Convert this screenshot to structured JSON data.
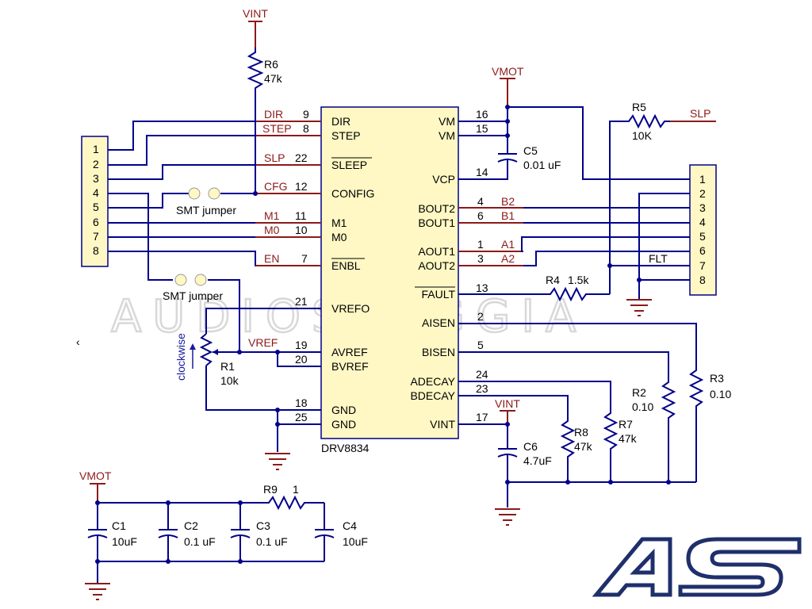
{
  "watermark": "AUDIOSKEGGIA",
  "logo_text": "AS",
  "left_connector": {
    "pins": [
      "1",
      "2",
      "3",
      "4",
      "5",
      "6",
      "7",
      "8"
    ]
  },
  "right_connector": {
    "pins": [
      "1",
      "2",
      "3",
      "4",
      "5",
      "6",
      "7",
      "8"
    ]
  },
  "ic": {
    "part": "DRV8834",
    "left_pins": [
      {
        "num": "9",
        "name": "DIR",
        "net": "DIR"
      },
      {
        "num": "8",
        "name": "STEP",
        "net": "STEP"
      },
      {
        "num": "22",
        "name": "SLEEP",
        "net": "SLP"
      },
      {
        "num": "12",
        "name": "CONFIG",
        "net": "CFG"
      },
      {
        "num": "11",
        "name": "M1",
        "net": "M1"
      },
      {
        "num": "10",
        "name": "M0",
        "net": "M0"
      },
      {
        "num": "7",
        "name": "ENBL",
        "net": "EN"
      },
      {
        "num": "21",
        "name": "VREFO",
        "net": ""
      },
      {
        "num": "19",
        "name": "AVREF",
        "net": "VREF"
      },
      {
        "num": "20",
        "name": "BVREF",
        "net": ""
      },
      {
        "num": "18",
        "name": "GND",
        "net": ""
      },
      {
        "num": "25",
        "name": "GND",
        "net": ""
      }
    ],
    "right_pins": [
      {
        "num": "16",
        "name": "VM",
        "net": ""
      },
      {
        "num": "15",
        "name": "VM",
        "net": ""
      },
      {
        "num": "14",
        "name": "VCP",
        "net": ""
      },
      {
        "num": "4",
        "name": "BOUT2",
        "net": "B2"
      },
      {
        "num": "6",
        "name": "BOUT1",
        "net": "B1"
      },
      {
        "num": "1",
        "name": "AOUT1",
        "net": "A1"
      },
      {
        "num": "3",
        "name": "AOUT2",
        "net": "A2"
      },
      {
        "num": "13",
        "name": "FAULT",
        "net": ""
      },
      {
        "num": "2",
        "name": "AISEN",
        "net": ""
      },
      {
        "num": "5",
        "name": "BISEN",
        "net": ""
      },
      {
        "num": "24",
        "name": "ADECAY",
        "net": ""
      },
      {
        "num": "23",
        "name": "BDECAY",
        "net": ""
      },
      {
        "num": "17",
        "name": "VINT",
        "net": ""
      }
    ]
  },
  "power": {
    "vint_top": "VINT",
    "vmot_top": "VMOT",
    "vint_mid": "VINT",
    "vmot_bottom": "VMOT"
  },
  "components": {
    "r6": {
      "ref": "R6",
      "value": "47k"
    },
    "r5": {
      "ref": "R5",
      "value": "10K"
    },
    "r4": {
      "ref": "R4",
      "value": "1.5k"
    },
    "r1": {
      "ref": "R1",
      "value": "10k"
    },
    "r2": {
      "ref": "R2",
      "value": "0.10"
    },
    "r3": {
      "ref": "R3",
      "value": "0.10"
    },
    "r7": {
      "ref": "R7",
      "value": "47k"
    },
    "r8": {
      "ref": "R8",
      "value": "47k"
    },
    "r9": {
      "ref": "R9",
      "value": "1"
    },
    "c5": {
      "ref": "C5",
      "value": "0.01 uF"
    },
    "c6": {
      "ref": "C6",
      "value": "4.7uF"
    },
    "c1": {
      "ref": "C1",
      "value": "10uF"
    },
    "c2": {
      "ref": "C2",
      "value": "0.1 uF"
    },
    "c3": {
      "ref": "C3",
      "value": "0.1 uF"
    },
    "c4": {
      "ref": "C4",
      "value": "10uF"
    }
  },
  "labels": {
    "smt_jumper_1": "SMT jumper",
    "smt_jumper_2": "SMT jumper",
    "clockwise": "clockwise",
    "slp_net": "SLP",
    "flt_net": "FLT",
    "vref_net": "VREF"
  }
}
